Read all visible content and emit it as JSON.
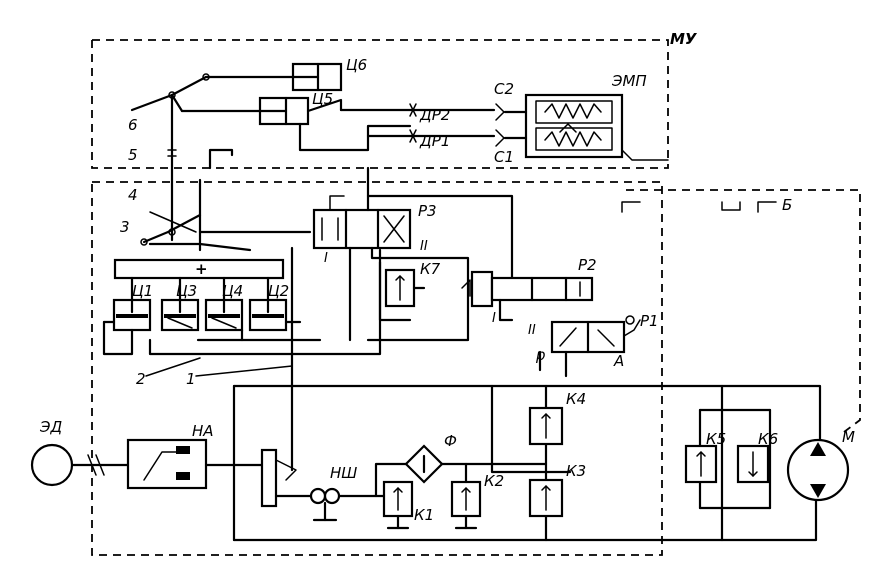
{
  "colors": {
    "ink": "#000000",
    "paper": "#ffffff"
  },
  "labels": {
    "MU": "МУ",
    "EMP": "ЭМП",
    "C6": "Ц6",
    "C5": "Ц5",
    "DR2": "ДР2",
    "DR1": "ДР1",
    "S2": "С2",
    "S1": "С1",
    "C1": "Ц1",
    "C2": "Ц2",
    "C3": "Ц3",
    "C4": "Ц4",
    "P1": "Р1",
    "P2": "Р2",
    "P3": "Р3",
    "K1": "К1",
    "K2": "К2",
    "K3": "К3",
    "K4": "К4",
    "K5": "К5",
    "K6": "К6",
    "K7": "К7",
    "ED": "ЭД",
    "NA": "НА",
    "NSH": "НШ",
    "F": "Ф",
    "M": "М",
    "B": "Б",
    "A": "А",
    "P": "р",
    "roman_I_a": "I",
    "roman_II_a": "II",
    "roman_I_b": "I",
    "roman_II_b": "II",
    "plus": "+",
    "n1": "1",
    "n2": "2",
    "n3": "3",
    "n4": "4",
    "n5": "5",
    "n6": "6"
  }
}
